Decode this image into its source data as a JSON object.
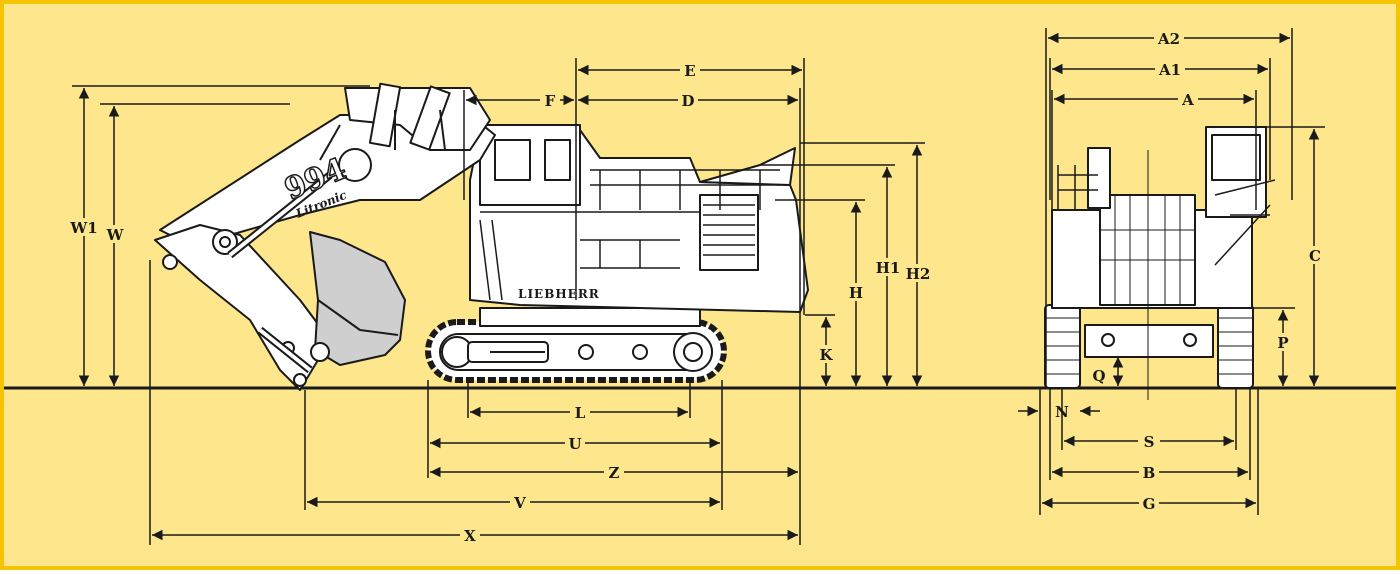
{
  "colors": {
    "background": "#FDE68C",
    "border": "#F5C400",
    "ink": "#1a1a1a",
    "machine_fill": "#ffffff",
    "bucket_fill": "#cfcfcf"
  },
  "machine": {
    "model_number": "994",
    "model_script": "Litronic",
    "brand": "LIEBHERR"
  },
  "side_view": {
    "horizontal_dimensions": {
      "E": "E",
      "F": "F",
      "D": "D",
      "L": "L",
      "U": "U",
      "Z": "Z",
      "V": "V",
      "X": "X"
    },
    "vertical_dimensions": {
      "W1": "W1",
      "W": "W",
      "H": "H",
      "H1": "H1",
      "H2": "H2",
      "K": "K"
    }
  },
  "rear_view": {
    "horizontal_dimensions": {
      "A2": "A2",
      "A1": "A1",
      "A": "A",
      "N": "N",
      "S": "S",
      "B": "B",
      "G": "G"
    },
    "vertical_dimensions": {
      "C": "C",
      "P": "P",
      "Q": "Q"
    }
  }
}
